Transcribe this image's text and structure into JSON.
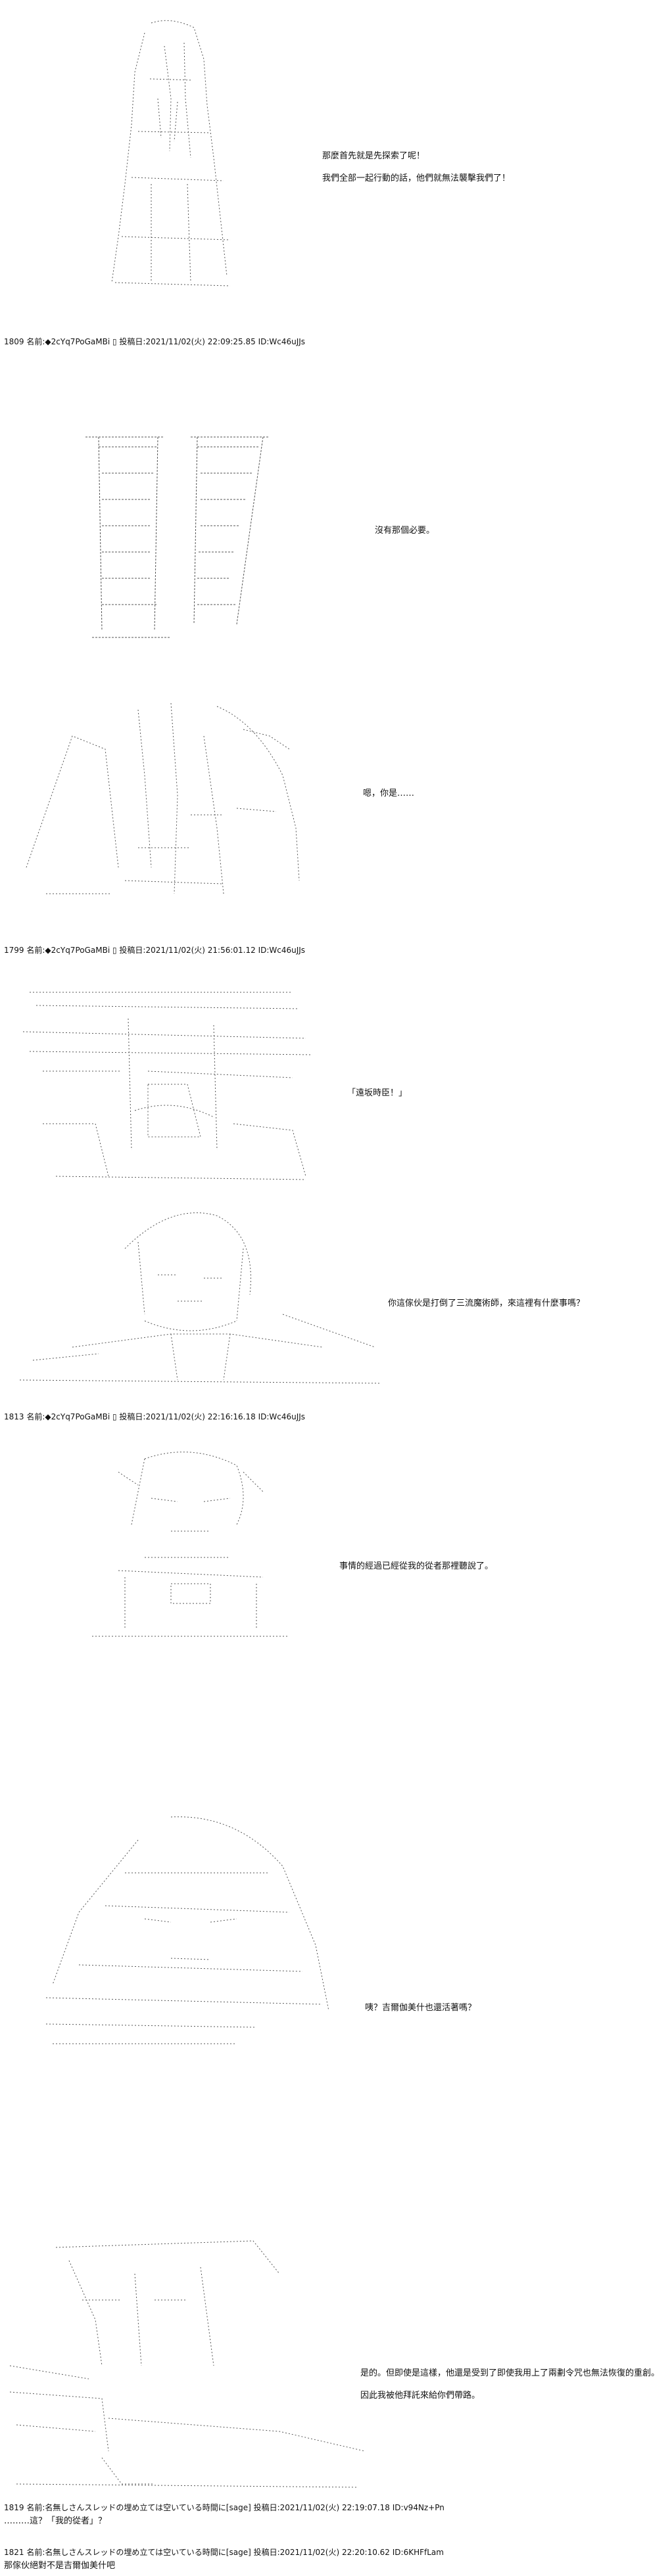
{
  "posts": [
    {
      "header": "1809 名前:◆2cYq7PoGaMBi ▯ 投稿日:2021/11/02(火) 22:09:25.85 ID:Wc46uJJs"
    },
    {
      "header": "1799 名前:◆2cYq7PoGaMBi ▯ 投稿日:2021/11/02(火) 21:56:01.12 ID:Wc46uJJs"
    },
    {
      "header": "1813 名前:◆2cYq7PoGaMBi ▯ 投稿日:2021/11/02(火) 22:16:16.18 ID:Wc46uJJs"
    },
    {
      "header": "1819 名前:名無しさんスレッドの埋め立ては空いている時間に[sage] 投稿日:2021/11/02(火) 22:19:07.18 ID:v94Nz+Pn"
    },
    {
      "header": "1821 名前:名無しさんスレッドの埋め立ては空いている時間に[sage] 投稿日:2021/11/02(火) 22:20:10.62 ID:6KHFfLam"
    }
  ],
  "dialogue": {
    "d1_line1": "那麼首先就是先探索了呢！",
    "d1_line2": "我們全部一起行動的話，他們就無法襲擊我們了！",
    "d2": "沒有那個必要。",
    "d3": "嗯，你是……",
    "d4": "「遠坂時臣！」",
    "d5": "你這傢伙是打倒了三流魔術師，來這裡有什麼事嗎？",
    "d6": "事情的經過已經從我的從者那裡聽說了。",
    "d7": "咦？吉爾伽美什也還活著嗎？",
    "d8_line1": "是的。但即使是這樣，他還是受到了即使我用上了兩劃令咒也無法恢復的重創。",
    "d8_line2": "因此我被他拜託來給你們帶路。"
  },
  "replies": {
    "r1819": "………這？「我的從者」？",
    "r1821": "那傢伙絕對不是吉爾伽美什吧"
  }
}
